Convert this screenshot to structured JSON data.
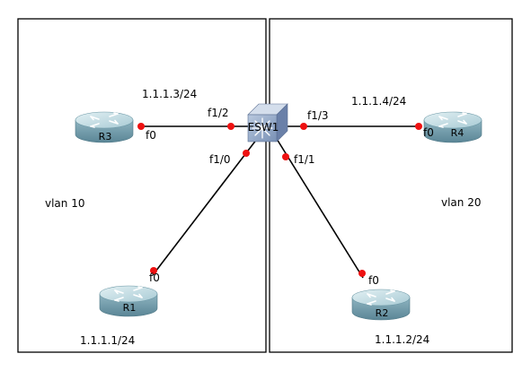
{
  "colors": {
    "background": "#ffffff",
    "border": "#000000",
    "link": "#000000",
    "port_dot": "#ee1111",
    "router_top": "#bcd7de",
    "router_body": "#6f9aa8",
    "switch_face": "#8fa8c8"
  },
  "areas": {
    "left": {
      "vlan_label": "vlan 10"
    },
    "right": {
      "vlan_label": "vlan 20"
    }
  },
  "devices": {
    "switch": {
      "label": "ESW1",
      "icon": "multilayer-switch-icon"
    },
    "r1": {
      "label": "R1",
      "icon": "router-icon",
      "address": "1.1.1.1/24",
      "port": "f0"
    },
    "r2": {
      "label": "R2",
      "icon": "router-icon",
      "address": "1.1.1.2/24",
      "port": "f0"
    },
    "r3": {
      "label": "R3",
      "icon": "router-icon",
      "address": "1.1.1.3/24",
      "port": "f0"
    },
    "r4": {
      "label": "R4",
      "icon": "router-icon",
      "address": "1.1.1.4/24",
      "port": "f0"
    }
  },
  "switch_ports": {
    "to_r3": "f1/2",
    "to_r1": "f1/0",
    "to_r4": "f1/3",
    "to_r2": "f1/1"
  }
}
